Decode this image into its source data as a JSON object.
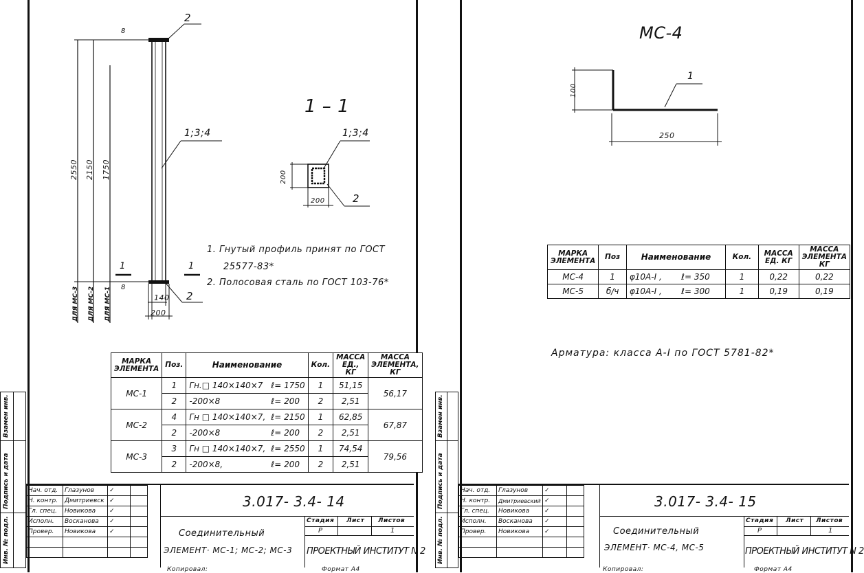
{
  "left_sheet": {
    "drawing": {
      "dims_vertical": [
        "2550",
        "2150",
        "1750"
      ],
      "dim_top": "8",
      "dim_bottom": "8",
      "dim_140": "140",
      "dim_200": "200",
      "callout_top": "2",
      "callout_mid": "1;3;4",
      "callout_bot": "2",
      "side_labels": [
        "ДЛЯ МС-3",
        "ДЛЯ МС-2",
        "ДЛЯ МС-1"
      ],
      "section_mark_left": "1",
      "section_mark_right": "1"
    },
    "section": {
      "title": "1 – 1",
      "callout_top": "1;3;4",
      "callout_bot": "2",
      "dim_h": "200",
      "dim_w": "200"
    },
    "notes": [
      "1. Гнутый профиль принят по ГОСТ",
      "25577-83*",
      "2. Полосовая сталь по ГОСТ 103-76*"
    ],
    "table": {
      "headers": [
        "МАРКА ЭЛЕМЕНТА",
        "Поз.",
        "Наименование",
        "Кол.",
        "МАССА ЕД., КГ",
        "МАССА ЭЛЕМЕНТА, КГ"
      ],
      "rows": [
        {
          "mark": "МС-1",
          "pos": [
            "1",
            "2"
          ],
          "name": [
            "Гн.□ 140×140×7",
            "-200×8"
          ],
          "len": [
            "ℓ= 1750",
            "ℓ= 200"
          ],
          "qty": [
            "1",
            "2"
          ],
          "mass": [
            "51,15",
            "2,51"
          ],
          "total": "56,17"
        },
        {
          "mark": "МС-2",
          "pos": [
            "4",
            "2"
          ],
          "name": [
            "Гн □ 140×140×7,",
            "-200×8"
          ],
          "len": [
            "ℓ= 2150",
            "ℓ= 200"
          ],
          "qty": [
            "1",
            "2"
          ],
          "mass": [
            "62,85",
            "2,51"
          ],
          "total": "67,87"
        },
        {
          "mark": "МС-3",
          "pos": [
            "3",
            "2"
          ],
          "name": [
            "Гн □ 140×140×7,",
            "-200×8,"
          ],
          "len": [
            "ℓ= 2550",
            "ℓ= 200"
          ],
          "qty": [
            "1",
            "2"
          ],
          "mass": [
            "74,54",
            "2,51"
          ],
          "total": "79,56"
        }
      ]
    },
    "stamp": {
      "roles": [
        "Нач. отд.",
        "Н. контр.",
        "Гл. спец.",
        "Исполн.",
        "Провер."
      ],
      "names": [
        "Глазунов",
        "Дмитриевск",
        "Новикова",
        "Восканова",
        "Новикова"
      ],
      "code": "3.017- 3.4- 14",
      "stage_hdr": "Стадия",
      "sheet_hdr": "Лист",
      "sheets_hdr": "Листов",
      "stage": "Р",
      "sheets": "1",
      "title_1": "Соединительный",
      "title_2": "ЭЛЕМЕНТ· МС-1; МС-2; МС-3",
      "org": "ПРОЕКТНЫЙ ИНСТИТУТ N 2"
    },
    "sidebar": [
      "Инв. № подл.",
      "Подпись и дата",
      "Взамен инв."
    ],
    "footer": [
      "Копировал:",
      "Формат А4"
    ]
  },
  "right_sheet": {
    "drawing": {
      "title": "МС-4",
      "dim_h": "100",
      "dim_w": "250",
      "callout": "1"
    },
    "table": {
      "headers": [
        "МАРКА ЭЛЕМЕНТА",
        "Поз",
        "Наименование",
        "Кол.",
        "МАССА ЕД. КГ",
        "МАССА ЭЛЕМЕНТА КГ"
      ],
      "rows": [
        {
          "mark": "МС-4",
          "pos": "1",
          "name": "φ10А-I  ,",
          "len": "ℓ= 350",
          "qty": "1",
          "mass": "0,22",
          "total": "0,22"
        },
        {
          "mark": "МС-5",
          "pos": "б/ч",
          "name": "φ10А-I  ,",
          "len": "ℓ= 300",
          "qty": "1",
          "mass": "0,19",
          "total": "0,19"
        }
      ]
    },
    "note": "Арматура: класса А-I по ГОСТ 5781-82*",
    "stamp": {
      "roles": [
        "Нач. отд.",
        "Н. контр.",
        "Гл. спец.",
        "Исполн.",
        "Провер."
      ],
      "names": [
        "Глазунов",
        "Дмитриевский",
        "Новикова",
        "Восканова",
        "Новикова"
      ],
      "code": "3.017- 3.4- 15",
      "stage_hdr": "Стадия",
      "sheet_hdr": "Лист",
      "sheets_hdr": "Листов",
      "stage": "Р",
      "sheets": "1",
      "title_1": "Соединительный",
      "title_2": "ЭЛЕМЕНТ· МС-4, МС-5",
      "org": "ПРОЕКТНЫЙ ИНСТИТУТ N 2"
    },
    "sidebar": [
      "Инв. № подл.",
      "Подпись и дата",
      "Взамен инв."
    ],
    "footer": [
      "Копировал:",
      "Формат А4"
    ]
  }
}
